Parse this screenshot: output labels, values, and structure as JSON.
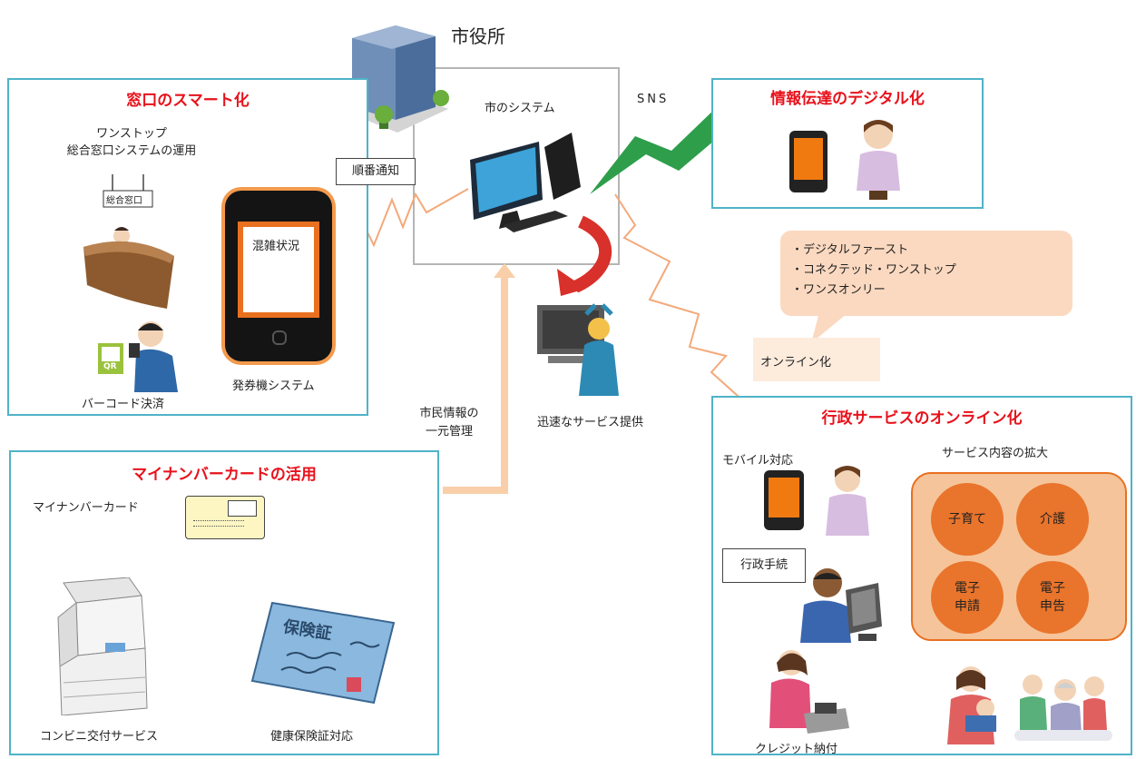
{
  "city_hall": {
    "label": "市役所",
    "system_label": "市のシステム",
    "sns_label": "SNS"
  },
  "counter": {
    "title": "窓口のスマート化",
    "onestop": "ワンストップ\n総合窓口システムの運用",
    "sign": "総合窓口",
    "notice": "順番通知",
    "phone_screen": "混雑状況",
    "ticket_system": "発券機システム",
    "barcode": "バーコード決済",
    "qr_text": "QR"
  },
  "info": {
    "title": "情報伝達のデジタル化"
  },
  "bubble": {
    "items": [
      "・デジタルファースト",
      "・コネクテッド・ワンストップ",
      "・ワンスオンリー"
    ]
  },
  "online_label": "オンライン化",
  "quick_service": "迅速なサービス提供",
  "citizen_info": "市民情報の\n一元管理",
  "mynumber": {
    "title": "マイナンバーカードの活用",
    "card_label": "マイナンバーカード",
    "convenience": "コンビニ交付サービス",
    "insurance": "健康保険証対応",
    "insurance_card_text": "保険証"
  },
  "admin": {
    "title": "行政サービスのオンライン化",
    "mobile": "モバイル対応",
    "expansion": "サービス内容の拡大",
    "procedures": "行政手続",
    "credit": "クレジット納付",
    "circles": [
      "子育て",
      "介護",
      "電子\n申請",
      "電子\n申告"
    ]
  },
  "colors": {
    "panel_border": "#4fb3c8",
    "title_red": "#e8111b",
    "orange": "#e8701f",
    "circle_fill": "#e9742b",
    "bubble": "#fbd9c0"
  }
}
